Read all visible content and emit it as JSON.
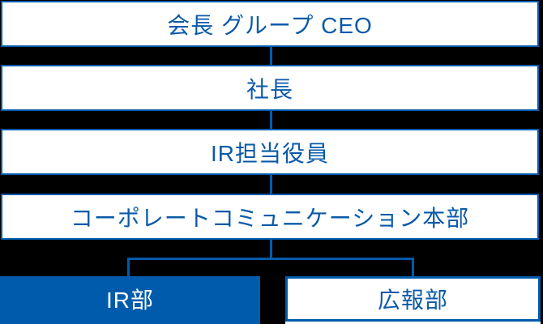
{
  "colors": {
    "accent_blue": "#005BAC",
    "background": "#000000",
    "box_fill": "#FFFFFF",
    "highlight_fill": "#005BAC",
    "highlight_text": "#FFFFFF"
  },
  "org_chart": {
    "type": "org-hierarchy",
    "levels": [
      {
        "label": "会長 グループ CEO"
      },
      {
        "label": "社長"
      },
      {
        "label": "IR担当役員"
      },
      {
        "label": "コーポレートコミュニケーション本部"
      }
    ],
    "departments": [
      {
        "label": "IR部",
        "highlighted": true
      },
      {
        "label": "広報部",
        "highlighted": false
      }
    ]
  }
}
